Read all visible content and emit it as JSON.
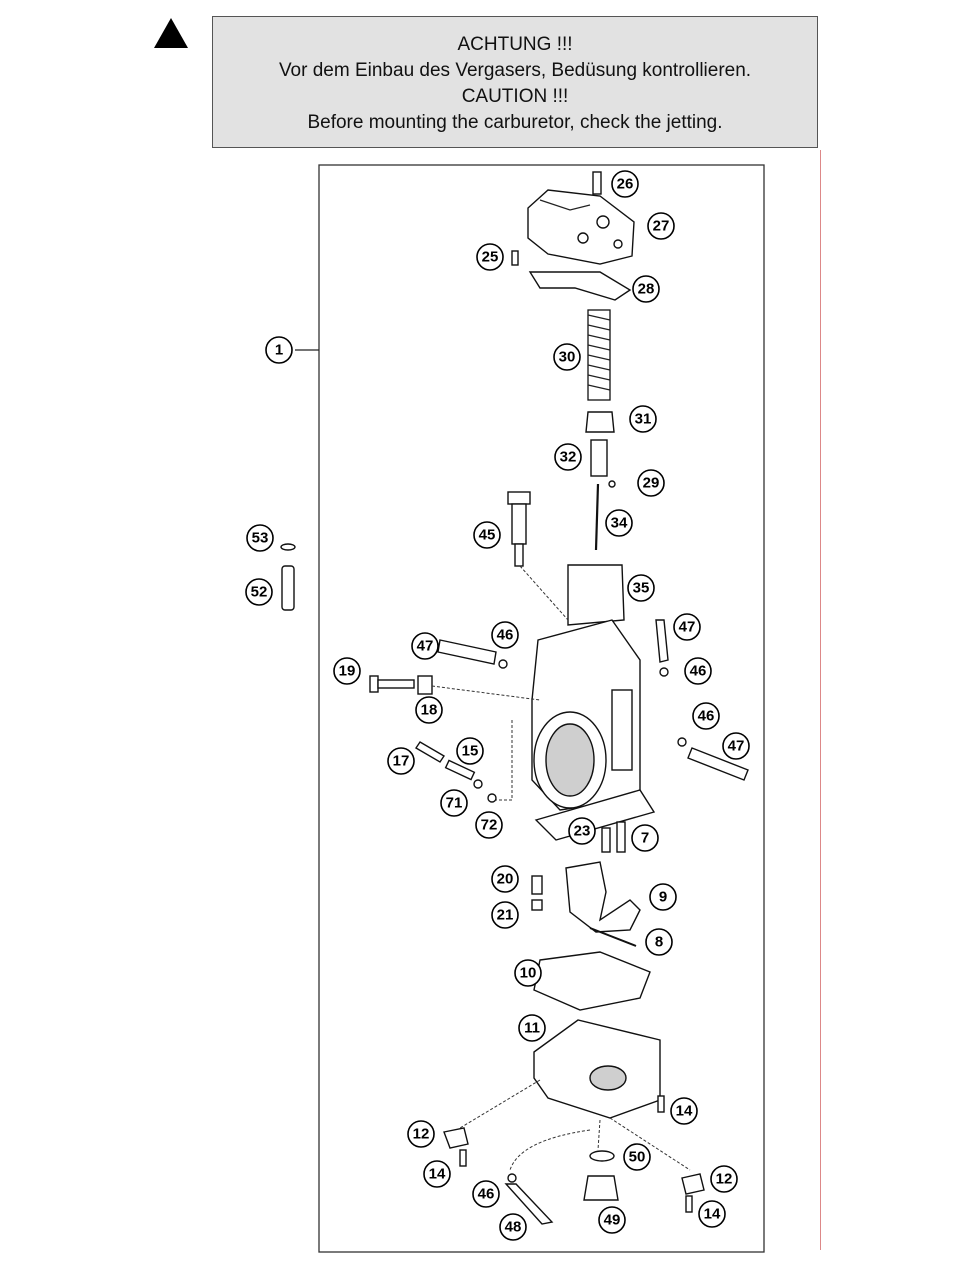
{
  "caution": {
    "line1": "ACHTUNG !!!",
    "line2": "Vor dem Einbau des Vergasers, Bedüsung kontrollieren.",
    "line3": "CAUTION !!!",
    "line4": "Before mounting the carburetor, check the jetting."
  },
  "callouts": {
    "c1": "1",
    "c7": "7",
    "c8": "8",
    "c9": "9",
    "c10": "10",
    "c11": "11",
    "c12a": "12",
    "c12b": "12",
    "c14a": "14",
    "c14b": "14",
    "c14c": "14",
    "c15": "15",
    "c17": "17",
    "c18": "18",
    "c19": "19",
    "c20": "20",
    "c21": "21",
    "c23": "23",
    "c25": "25",
    "c26": "26",
    "c27": "27",
    "c28": "28",
    "c29": "29",
    "c30": "30",
    "c31": "31",
    "c32": "32",
    "c34": "34",
    "c35": "35",
    "c45": "45",
    "c46a": "46",
    "c46b": "46",
    "c46c": "46",
    "c46d": "46",
    "c47a": "47",
    "c47b": "47",
    "c47c": "47",
    "c48": "48",
    "c49": "49",
    "c50": "50",
    "c52": "52",
    "c53": "53",
    "c71": "71",
    "c72": "72"
  }
}
